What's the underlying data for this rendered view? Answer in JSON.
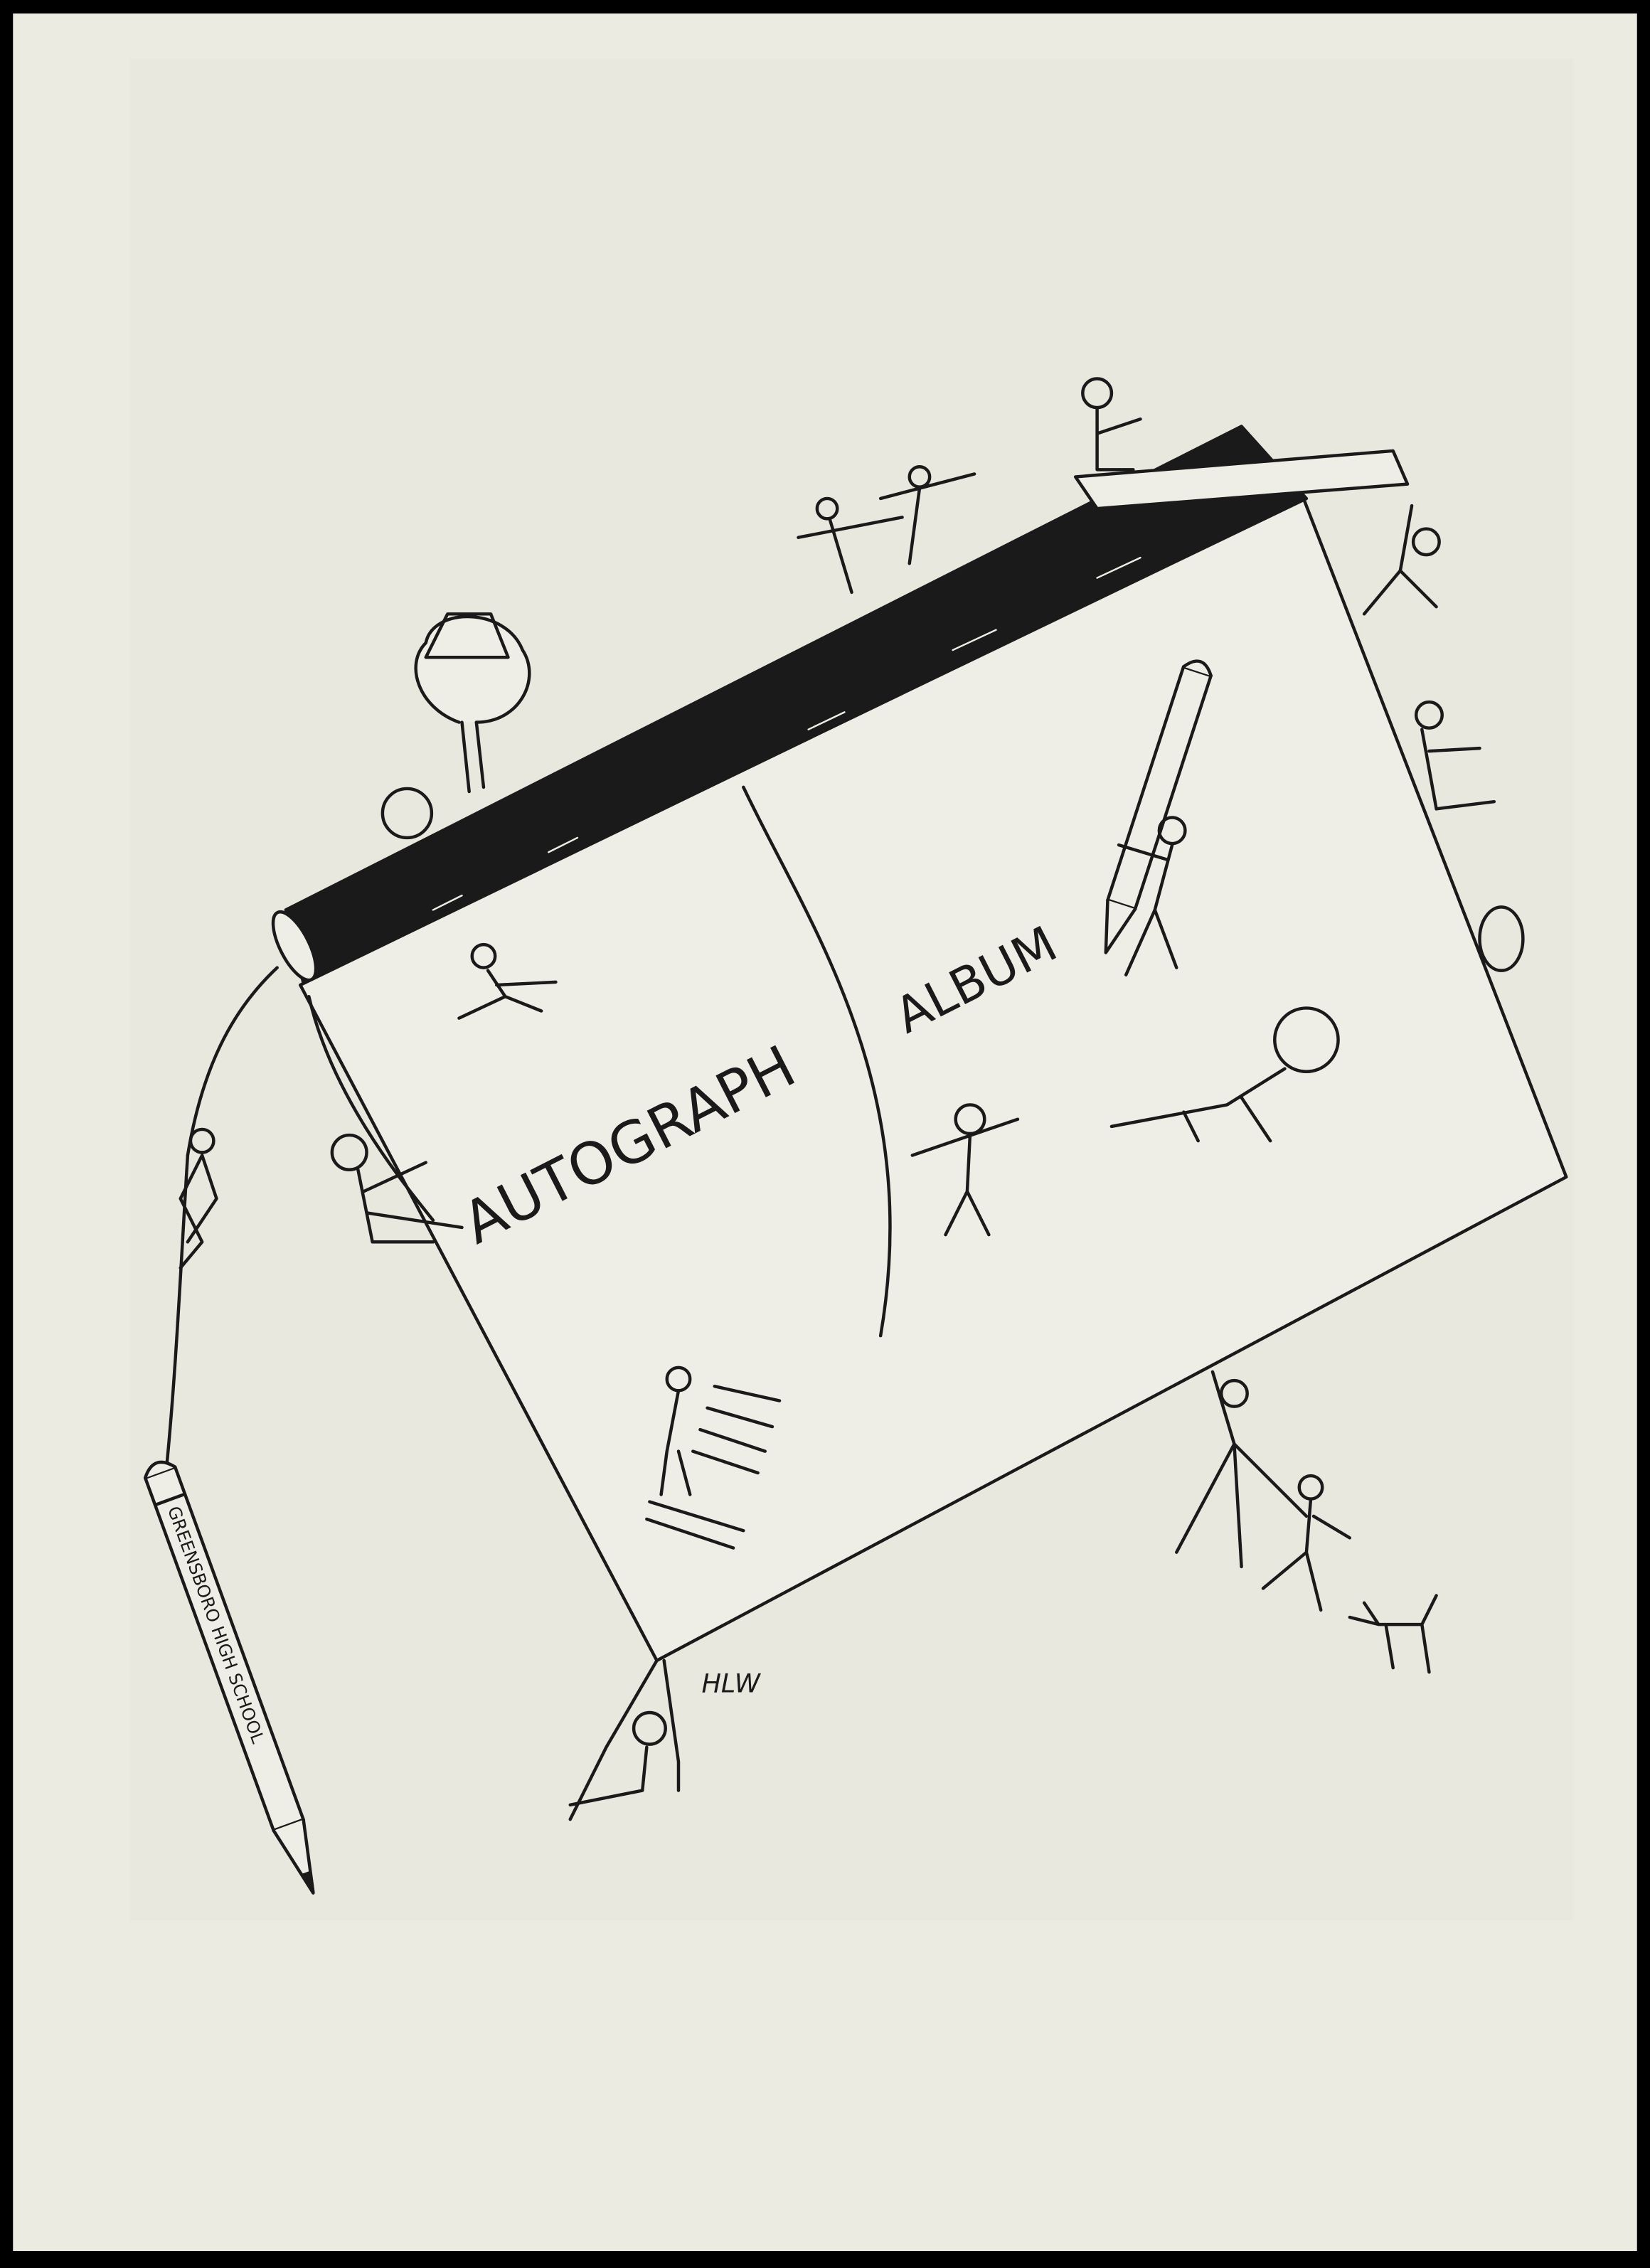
{
  "illustration": {
    "title_word_1": "AUTOGRAPH",
    "title_word_2": "ALBUM",
    "pencil_label": "GREENSBORO HIGH SCHOOL",
    "artist_signature": "HLW"
  },
  "colors": {
    "paper": "#ecebe2",
    "ink": "#1a1a1a",
    "frame": "#000000"
  }
}
